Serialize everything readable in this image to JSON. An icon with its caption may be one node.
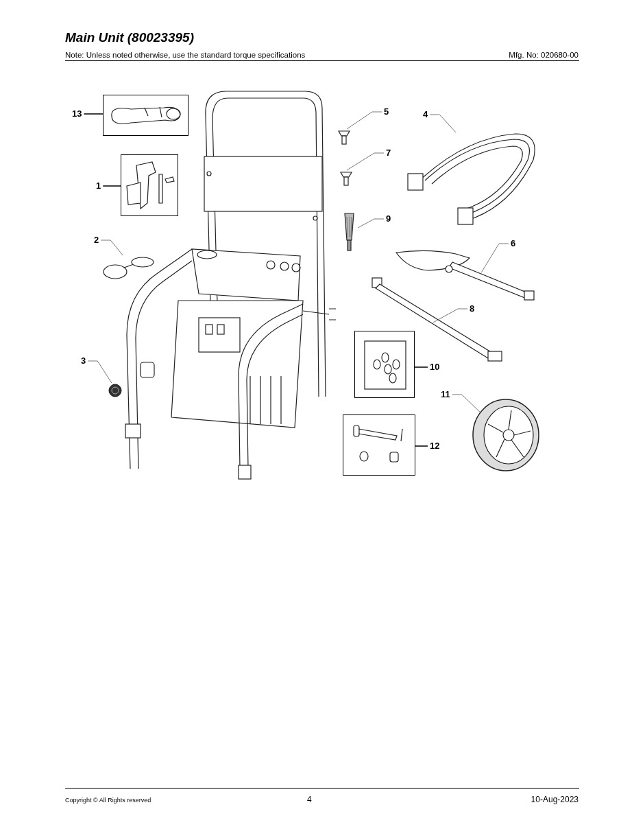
{
  "diagram": {
    "title": "Main Unit (80023395)",
    "nodes": [
      {
        "text": [
          "13"
        ]
      },
      {
        "text": [],
        "shape": "box"
      },
      {
        "text": [
          "1"
        ]
      },
      {
        "text": [],
        "shape": "box"
      },
      {
        "text": [
          "2"
        ]
      },
      {
        "text": [],
        "shape": "picture"
      },
      {
        "text": [
          "3"
        ]
      },
      {
        "text": [],
        "shape": "picture"
      },
      {
        "text": [
          "5"
        ]
      },
      {
        "text": [],
        "shape": "picture"
      },
      {
        "text": [
          "7"
        ]
      },
      {
        "text": [],
        "shape": "picture"
      },
      {
        "text": [
          "4"
        ]
      },
      {
        "text": [],
        "shape": "picture"
      },
      {
        "text": [
          "9"
        ]
      },
      {
        "text": [],
        "shape": "picture"
      },
      {
        "text": [
          "6"
        ]
      },
      {
        "text": [],
        "shape": "picture"
      },
      {
        "text": [
          "8"
        ]
      },
      {
        "text": [],
        "shape": "picture"
      },
      {
        "text": [
          "10"
        ]
      },
      {
        "text": [],
        "shape": "box"
      },
      {
        "text": [
          "11"
        ]
      },
      {
        "text": [],
        "shape": "picture"
      },
      {
        "text": [
          "12"
        ]
      },
      {
        "text": [],
        "shape": "box"
      }
    ],
    "edges": [
      {
        "from": 0,
        "to": 1,
        "arrow": "none"
      },
      {
        "from": 2,
        "to": 3,
        "arrow": "none"
      },
      {
        "from": 4,
        "to": 5,
        "arrow": "none"
      },
      {
        "from": 6,
        "to": 7,
        "arrow": "none"
      },
      {
        "from": 8,
        "to": 9,
        "arrow": "none"
      },
      {
        "from": 10,
        "to": 11,
        "arrow": "none"
      },
      {
        "from": 12,
        "to": 13,
        "arrow": "none"
      },
      {
        "from": 14,
        "to": 15,
        "arrow": "none"
      },
      {
        "from": 16,
        "to": 17,
        "arrow": "none"
      },
      {
        "from": 18,
        "to": 19,
        "arrow": "none"
      },
      {
        "from": 20,
        "to": 21,
        "arrow": "none"
      },
      {
        "from": 22,
        "to": 23,
        "arrow": "none"
      },
      {
        "from": 24,
        "to": 25,
        "arrow": "none"
      }
    ],
    "labels": [
      "Note: Unless noted otherwise, use the standard torque specifications",
      "Mfg. No: 020680-00",
      "Copyright © All Rights reserved",
      "4",
      "10-Aug-2023"
    ]
  }
}
